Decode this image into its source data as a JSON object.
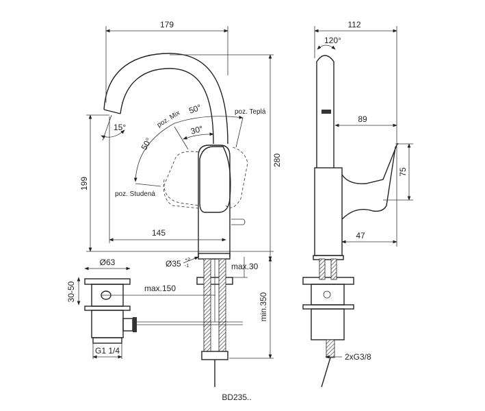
{
  "drawing": {
    "model_code": "BD235..",
    "front_view": {
      "width_overall": "179",
      "spout_angle": "15°",
      "lever_positions": {
        "mix": "poz. Mix",
        "hot": "poz. Teplá",
        "cold": "poz. Studená"
      },
      "angle_mix_to_hot": "50°",
      "angle_mix_to_cold": "50°",
      "angle_inner": "30°",
      "spout_height": "199",
      "total_height": "280",
      "spout_reach": "145",
      "hole_diameter": "Ø35",
      "hole_tolerance_plus": "+2",
      "hole_tolerance_minus": "-1",
      "max_deck_thickness": "max.30",
      "max_rod_length": "max.150",
      "min_hose_length": "min.350"
    },
    "waste": {
      "diameter": "Ø63",
      "height_range": "30-50",
      "thread": "G1 1/4"
    },
    "side_view": {
      "depth_overall": "112",
      "swivel_angle": "120°",
      "lever_depth": "89",
      "lever_height": "75",
      "body_offset": "47",
      "hose_thread": "2xG3/8"
    }
  }
}
